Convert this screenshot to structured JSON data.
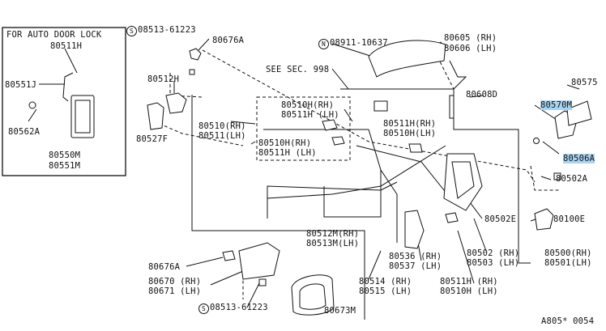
{
  "inset": {
    "title": "FOR AUTO DOOR LOCK"
  },
  "labels": {
    "p80511H_inset": "80511H",
    "p80551J": "80551J",
    "p80562A": "80562A",
    "p80550M": "80550M",
    "p80551M": "80551M",
    "s08513_top": "08513-61223",
    "s08513_top_sym": "S",
    "p80676A_top": "80676A",
    "p80512H": "80512H",
    "p80527F": "80527F",
    "n08911": "08911-10637",
    "n08911_sym": "N",
    "p80605": "80605 (RH)",
    "p80606": "80606 (LH)",
    "see_sec": "SEE SEC. 998",
    "p80575": "80575",
    "p80608D": "80608D",
    "p80570M": "80570M",
    "p80506A": "80506A",
    "p80502A": "80502A",
    "p80510RH_a": "80510H(RH)",
    "p80511LH_a": "80511H (LH)",
    "p80510RH_b": "80510(RH)",
    "p80511LH_b": "80511(LH)",
    "p80510RH_c": "80510H(RH)",
    "p80511LH_c": "80511H (LH)",
    "p80511RH_d": "80511H(RH)",
    "p80510LH_d": "80510H(LH)",
    "p80502E": "80502E",
    "p80100E": "80100E",
    "p80512M": "80512M(RH)",
    "p80513M": "80513M(LH)",
    "p80536": "80536 (RH)",
    "p80537": "80537 (LH)",
    "p80502RH": "80502 (RH)",
    "p80503LH": "80503 (LH)",
    "p80500RH": "80500(RH)",
    "p80501LH": "80501(LH)",
    "p80676A_bot": "80676A",
    "p80670": "80670 (RH)",
    "p80671": "80671 (LH)",
    "p80514": "80514 (RH)",
    "p80515": "80515 (LH)",
    "p80511RH_e": "80511H (RH)",
    "p80510LH_e": "80510H (LH)",
    "s08513_bot": "08513-61223",
    "s08513_bot_sym": "S",
    "p80673M": "80673M",
    "footer": "A805* 0054"
  },
  "highlight_color": "#a8d4f2"
}
